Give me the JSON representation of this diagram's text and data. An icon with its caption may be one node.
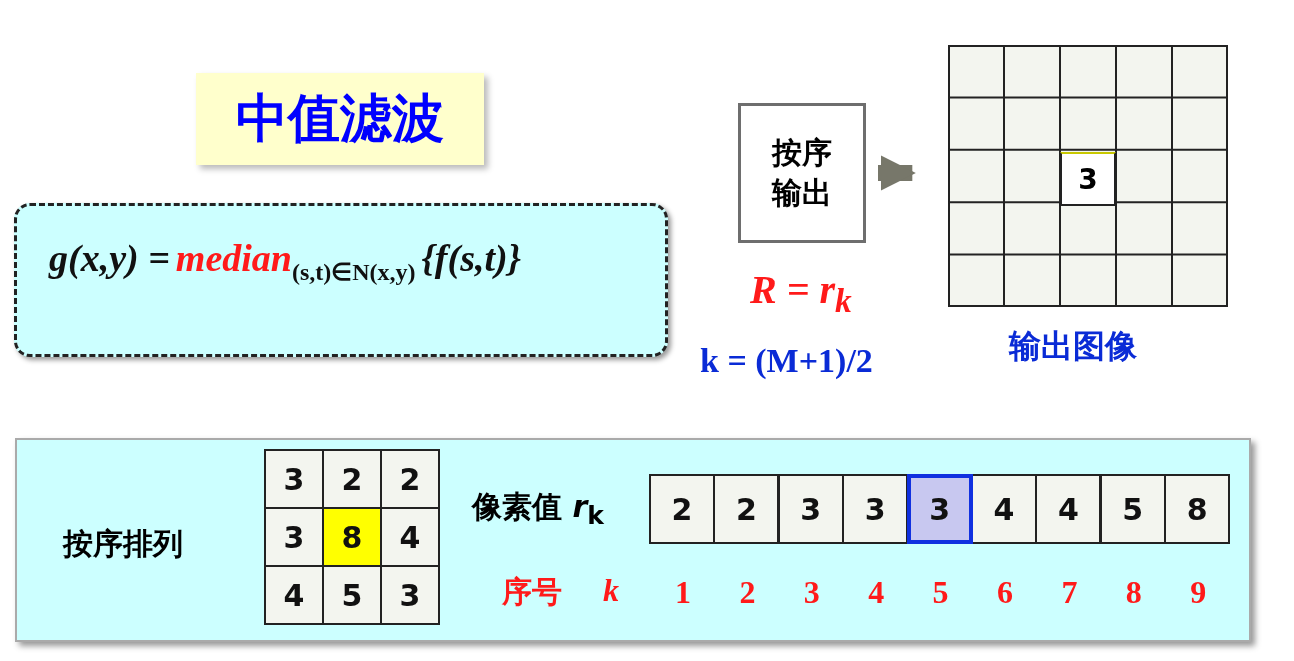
{
  "diagram": {
    "title": "中值滤波",
    "nodes": [
      {
        "text": [
          "g(x,y) =",
          "median$_{(s,t)∈N(x,y)}$",
          "{f(s,t)}"
        ]
      },
      {
        "text": [
          "按序输出"
        ]
      },
      {
        "text": [],
        "shape": "box",
        "beside": [
          "输出图像"
        ]
      },
      {
        "text": [
          "3"
        ],
        "in": 2
      },
      {
        "text": [
          "按序排列"
        ]
      }
    ],
    "edges": [
      {
        "from": 1,
        "to": 2,
        "arrow": "to"
      }
    ],
    "labels": [
      "R = r$_{k}$",
      "k = (M+1)/2",
      "3",
      "2",
      "2",
      "3",
      "8",
      "4",
      "4",
      "5",
      "3",
      "像素值 *r*$_{k}$",
      "2",
      "2",
      "3",
      "3",
      "3",
      "4",
      "4",
      "5",
      "8",
      "序号",
      "k",
      "1",
      "2",
      "3",
      "4",
      "5",
      "6",
      "7",
      "8",
      "9"
    ]
  }
}
